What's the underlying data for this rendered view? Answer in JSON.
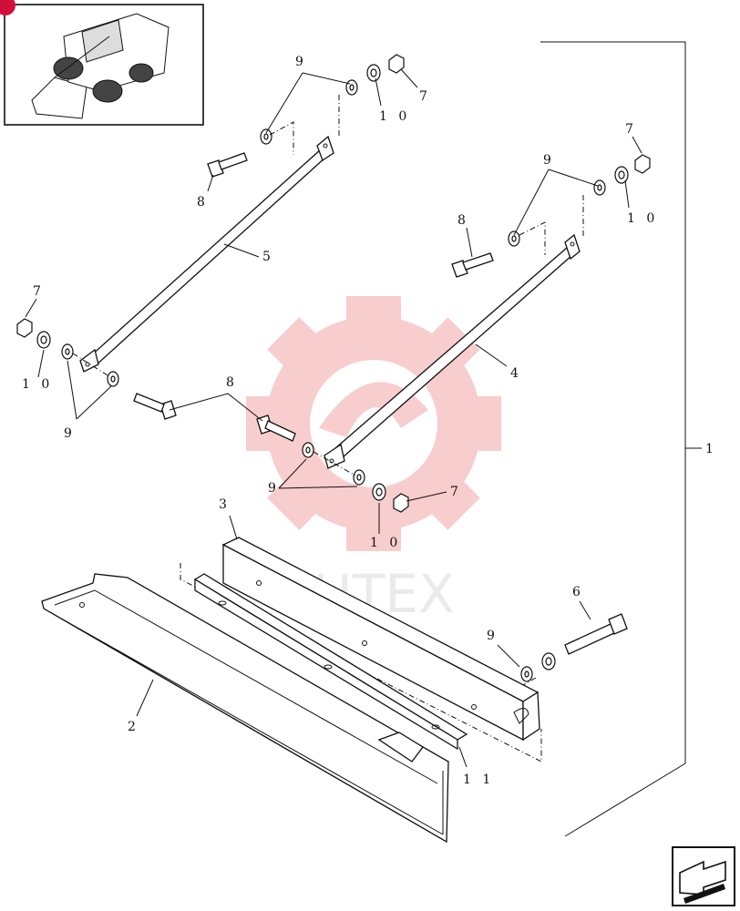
{
  "diagram": {
    "type": "exploded parts diagram",
    "callouts": [
      {
        "id": "c1",
        "label": "1"
      },
      {
        "id": "c2",
        "label": "2"
      },
      {
        "id": "c3",
        "label": "3"
      },
      {
        "id": "c4",
        "label": "4"
      },
      {
        "id": "c5",
        "label": "5"
      },
      {
        "id": "c6",
        "label": "6"
      },
      {
        "id": "c7a",
        "label": "7"
      },
      {
        "id": "c7b",
        "label": "7"
      },
      {
        "id": "c7c",
        "label": "7"
      },
      {
        "id": "c7d",
        "label": "7"
      },
      {
        "id": "c8a",
        "label": "8"
      },
      {
        "id": "c8b",
        "label": "8"
      },
      {
        "id": "c8c",
        "label": "8"
      },
      {
        "id": "c9a",
        "label": "9"
      },
      {
        "id": "c9b",
        "label": "9"
      },
      {
        "id": "c9c",
        "label": "9"
      },
      {
        "id": "c9d",
        "label": "9"
      },
      {
        "id": "c9e",
        "label": "9"
      },
      {
        "id": "c10a",
        "label": "1 0"
      },
      {
        "id": "c10b",
        "label": "1 0"
      },
      {
        "id": "c10c",
        "label": "1 0"
      },
      {
        "id": "c10d",
        "label": "1 0"
      },
      {
        "id": "c11",
        "label": "1 1"
      }
    ]
  },
  "watermark": {
    "text": "ИНТЕХ",
    "color": "#f4a6a6"
  },
  "thumbnail": {
    "icon": "skid-steer-loader-icon",
    "badge_color": "#d0103a"
  },
  "nav": {
    "icon": "next-page-arrow-icon"
  }
}
